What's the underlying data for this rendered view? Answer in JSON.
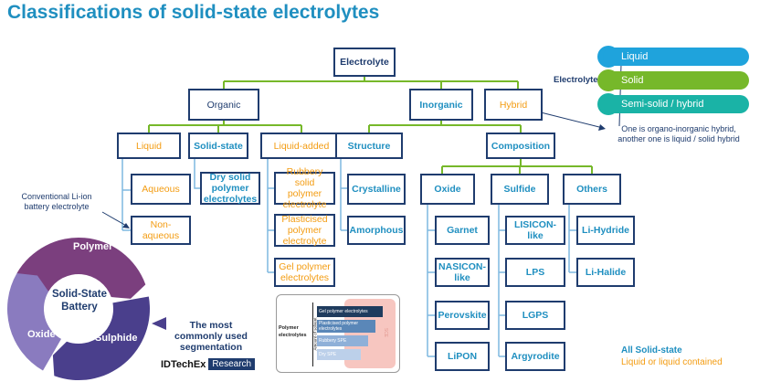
{
  "title": "Classifications of solid-state electrolytes",
  "nodes": {
    "electrolyte": "Electrolyte",
    "organic": "Organic",
    "inorganic": "Inorganic",
    "hybrid": "Hybrid",
    "liquid": "Liquid",
    "solid_state": "Solid-state",
    "liquid_added": "Liquid-added",
    "structure": "Structure",
    "composition": "Composition",
    "aqueous": "Aqueous",
    "non_aqueous": "Non-aqueous",
    "dry_solid": "Dry solid polymer electrolytes",
    "rubbery": "Rubbery solid polymer electrolyte",
    "plasticised": "Plasticised polymer electrolyte",
    "gel": "Gel polymer electrolytes",
    "crystalline": "Crystalline",
    "amorphous": "Amorphous",
    "oxide": "Oxide",
    "sulfide": "Sulfide",
    "others": "Others",
    "garnet": "Garnet",
    "nasicon": "NASICON-like",
    "perovskite": "Perovskite",
    "lipon": "LiPON",
    "lisicon": "LISICON-like",
    "lps": "LPS",
    "lgps": "LGPS",
    "argyrodite": "Argyrodite",
    "li_hydride": "Li-Hydride",
    "li_halide": "Li-Halide"
  },
  "annotations": {
    "conventional": "Conventional Li-ion battery electrolyte",
    "hybrid_note": "One is organo-inorganic hybrid, another one is liquid / solid hybrid",
    "segmentation": "The most commonly used segmentation"
  },
  "electrolyte_types": {
    "label": "Electrolyte",
    "items": [
      {
        "name": "Liquid",
        "color": "#1fa3dc"
      },
      {
        "name": "Solid",
        "color": "#76b82a"
      },
      {
        "name": "Semi-solid / hybrid",
        "color": "#1ab3a6"
      }
    ]
  },
  "cycle": {
    "center": "Solid-State Battery",
    "segments": [
      {
        "name": "Polymer",
        "color": "#7b3f7e"
      },
      {
        "name": "Sulphide",
        "color": "#4a3f8c"
      },
      {
        "name": "Oxide",
        "color": "#8a7bbf"
      }
    ]
  },
  "inset": {
    "ylabel": "Polymer electrolytes",
    "axis": "Amount of solvent",
    "side": "SCE",
    "bars": [
      "Gel polymer electrolytes",
      "Plasticised polymer electrolytes",
      "Rubbery SPE",
      "Dry SPE"
    ]
  },
  "legend": {
    "solid": "All Solid-state",
    "liquid": "Liquid or liquid contained"
  },
  "colors": {
    "dark": "#1f3c6e",
    "blue": "#1f8fc0",
    "orange": "#f39c12",
    "green": "#6ab04c",
    "branch": "#7fb9e0"
  },
  "brand": {
    "name": "IDTechEx",
    "tag": "Research"
  }
}
